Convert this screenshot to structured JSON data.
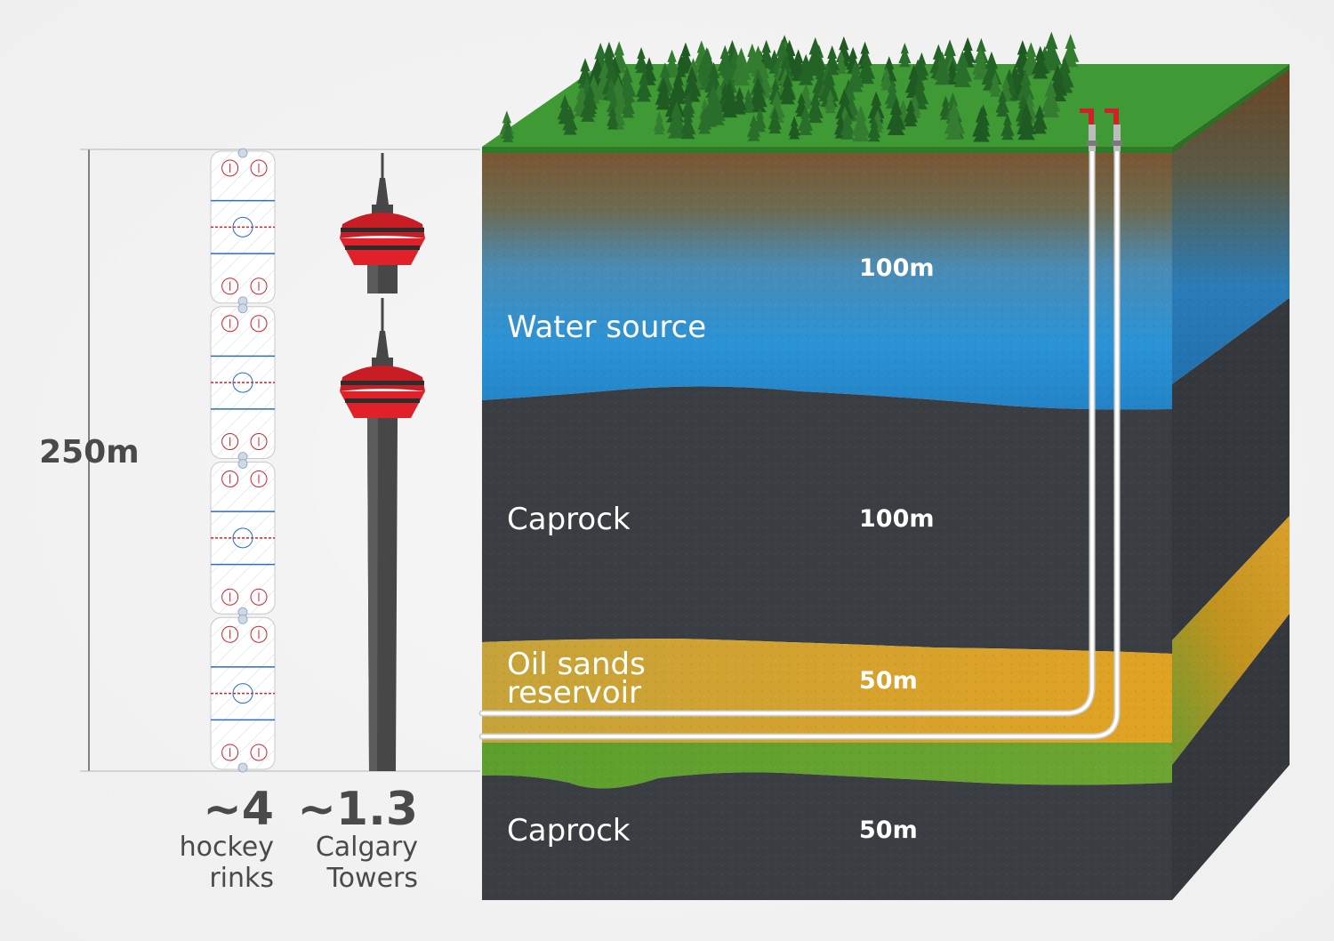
{
  "total_depth": {
    "label": "250m"
  },
  "comparison": {
    "rinks": {
      "value": "~4",
      "line1": "hockey",
      "line2": "rinks",
      "count": 4
    },
    "towers": {
      "value": "~1.3",
      "line1": "Calgary",
      "line2": "Towers",
      "count": 1.3
    }
  },
  "layers": [
    {
      "id": "water",
      "name": "Water source",
      "thickness": "100m",
      "color": "#2c8fd0"
    },
    {
      "id": "caprock-upper",
      "name": "Caprock",
      "thickness": "100m",
      "color": "#3a3d41"
    },
    {
      "id": "oilsands",
      "name_line1": "Oil sands",
      "name_line2": "reservoir",
      "thickness": "50m",
      "color": "#d5a42c"
    },
    {
      "id": "caprock-lower",
      "name": "Caprock",
      "thickness": "50m",
      "color": "#3a3d41"
    }
  ],
  "colors": {
    "tower_red": "#e0212a",
    "tower_grey": "#474747",
    "ground_green": "#3f9a35",
    "soil_brown": "#7a5532",
    "reservoir_green": "#5a9e2e"
  },
  "icons": [
    "hockey-rink-icon",
    "calgary-tower-icon",
    "wellhead-icon",
    "tree-icon"
  ]
}
